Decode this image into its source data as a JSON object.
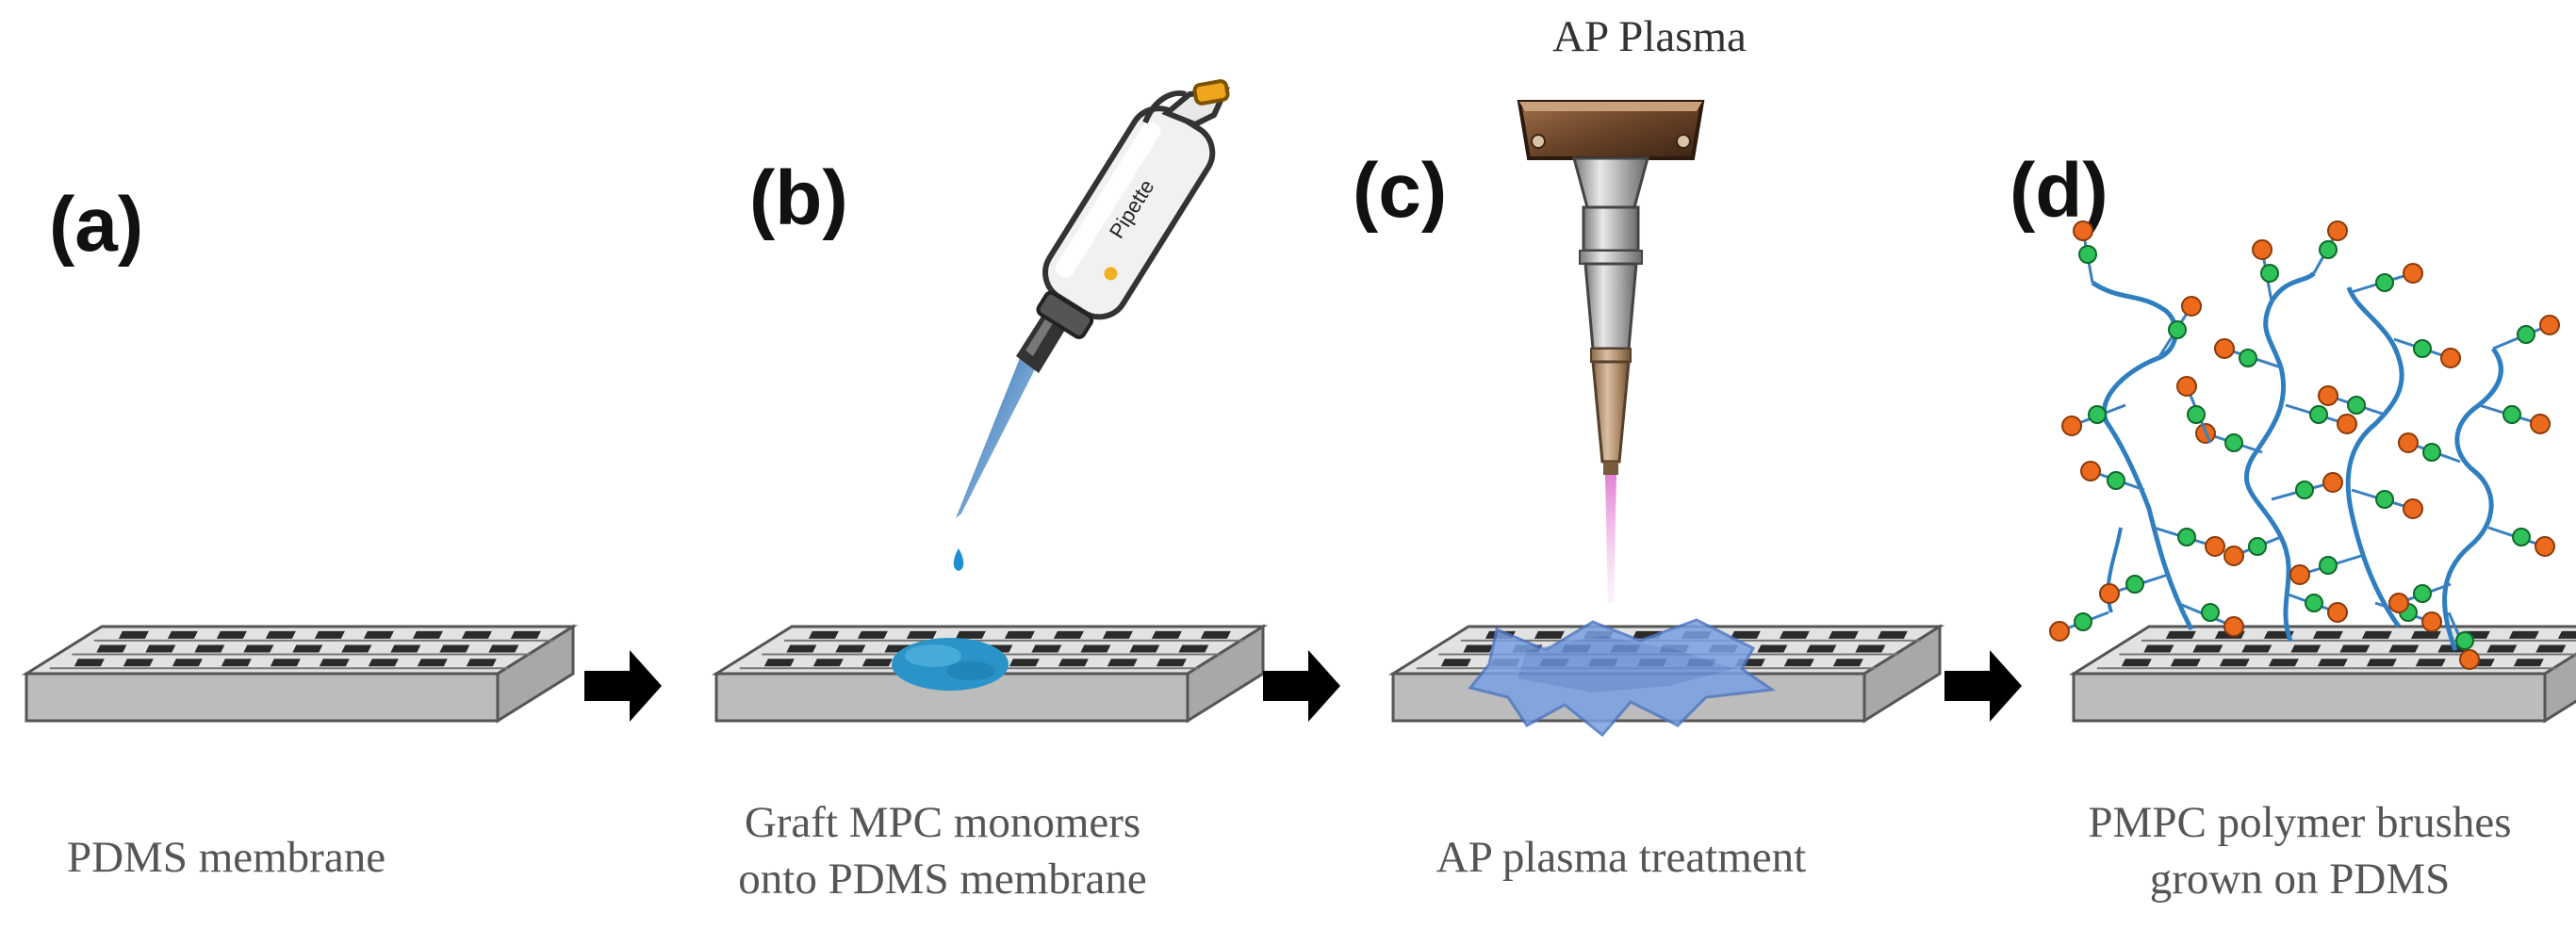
{
  "panels": {
    "a": {
      "label": "(a)",
      "caption_lines": [
        "PDMS membrane"
      ]
    },
    "b": {
      "label": "(b)",
      "caption_lines": [
        "Graft MPC monomers",
        "onto PDMS membrane"
      ]
    },
    "c": {
      "label": "(c)",
      "caption_lines": [
        "AP plasma treatment"
      ]
    },
    "d": {
      "label": "(d)",
      "caption_lines": [
        "PMPC polymer brushes",
        "grown on PDMS"
      ]
    }
  },
  "plasma_label": "AP Plasma",
  "pipette_text": "Pipette",
  "colors": {
    "arrow": "#000000",
    "membrane_top": "#e2e2e2",
    "membrane_side": "#bcbcbc",
    "slot": "#2b2b2b",
    "monomer_drop": "#2b95c9",
    "plasma_glow": "#f3a7e4",
    "plasma_spread": "#6b8fd6",
    "brush_chain": "#2f7fc0",
    "bead_orange": "#ec6a1e",
    "bead_green": "#2fc25a"
  }
}
